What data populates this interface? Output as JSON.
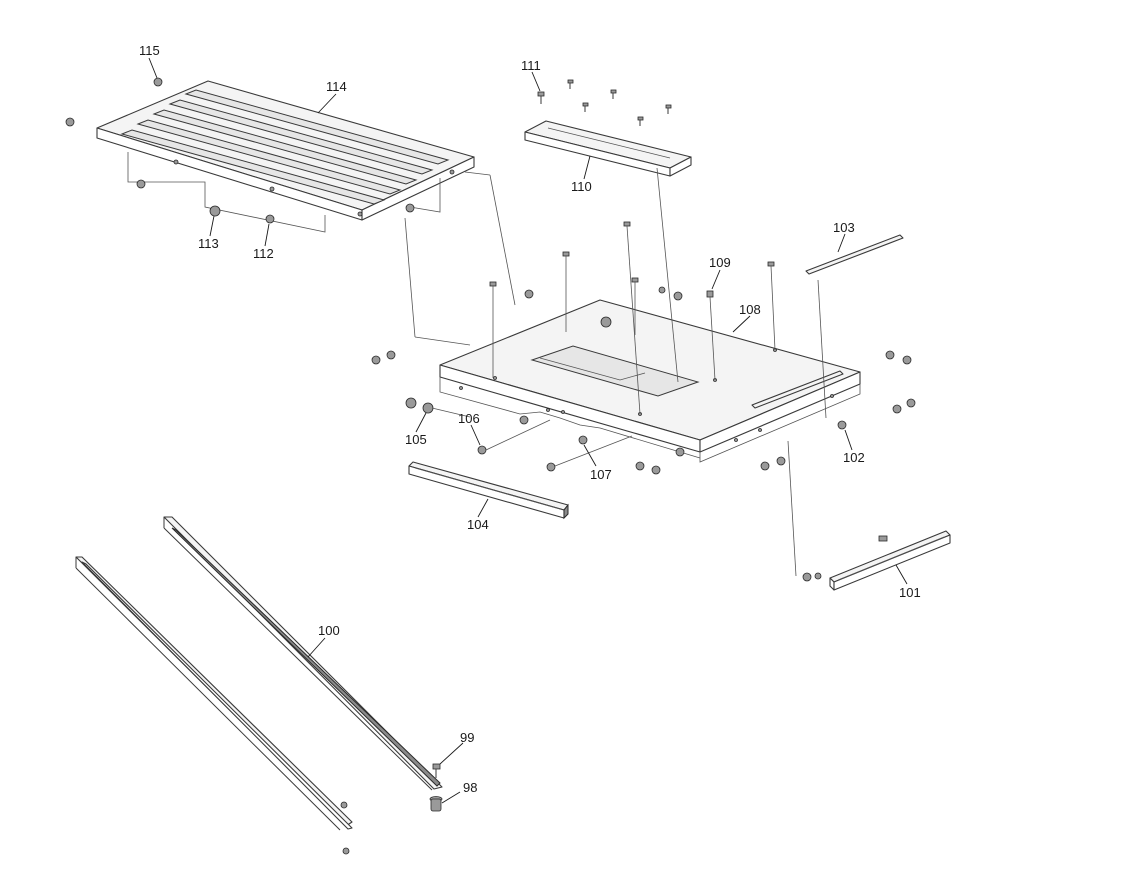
{
  "diagram": {
    "callouts": [
      {
        "id": "c115",
        "label": "115"
      },
      {
        "id": "c114",
        "label": "114"
      },
      {
        "id": "c113",
        "label": "113"
      },
      {
        "id": "c112",
        "label": "112"
      },
      {
        "id": "c111",
        "label": "111"
      },
      {
        "id": "c110",
        "label": "110"
      },
      {
        "id": "c109",
        "label": "109"
      },
      {
        "id": "c108",
        "label": "108"
      },
      {
        "id": "c107",
        "label": "107"
      },
      {
        "id": "c106",
        "label": "106"
      },
      {
        "id": "c105",
        "label": "105"
      },
      {
        "id": "c104",
        "label": "104"
      },
      {
        "id": "c103",
        "label": "103"
      },
      {
        "id": "c102",
        "label": "102"
      },
      {
        "id": "c101",
        "label": "101"
      },
      {
        "id": "c100",
        "label": "100"
      },
      {
        "id": "c99",
        "label": "99"
      },
      {
        "id": "c98",
        "label": "98"
      }
    ]
  }
}
